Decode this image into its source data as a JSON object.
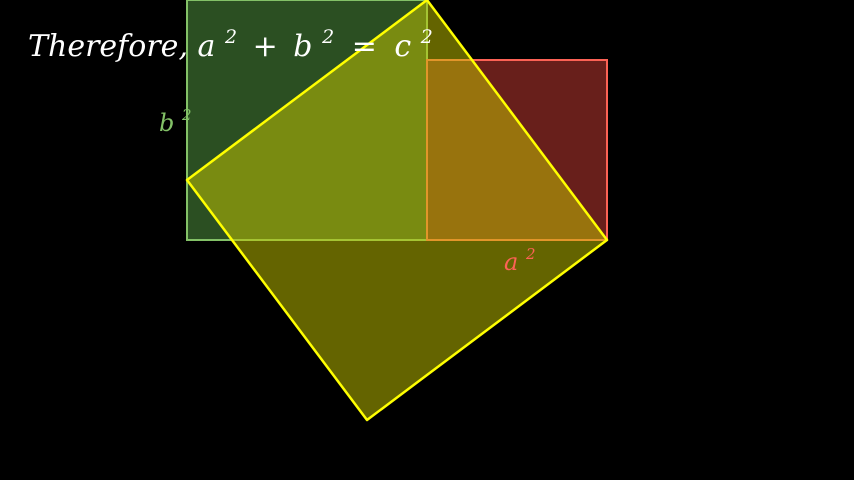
{
  "caption": {
    "lhs_word": "Therefore,",
    "a": "a",
    "exp": "2",
    "plus": "+",
    "b": "b",
    "equals": "=",
    "c": "c"
  },
  "labels": {
    "b_squared": {
      "base": "b",
      "exp": "2"
    },
    "a_squared": {
      "base": "a",
      "exp": "2"
    }
  },
  "colors": {
    "background": "#000000",
    "text": "#ffffff",
    "b_square_stroke": "#83c167",
    "b_square_fill": "#3a6a2e",
    "a_square_stroke": "#fc6255",
    "a_square_fill": "#8b2a24",
    "c_square_stroke": "#ffff00",
    "c_square_fill": "#c8c800"
  }
}
